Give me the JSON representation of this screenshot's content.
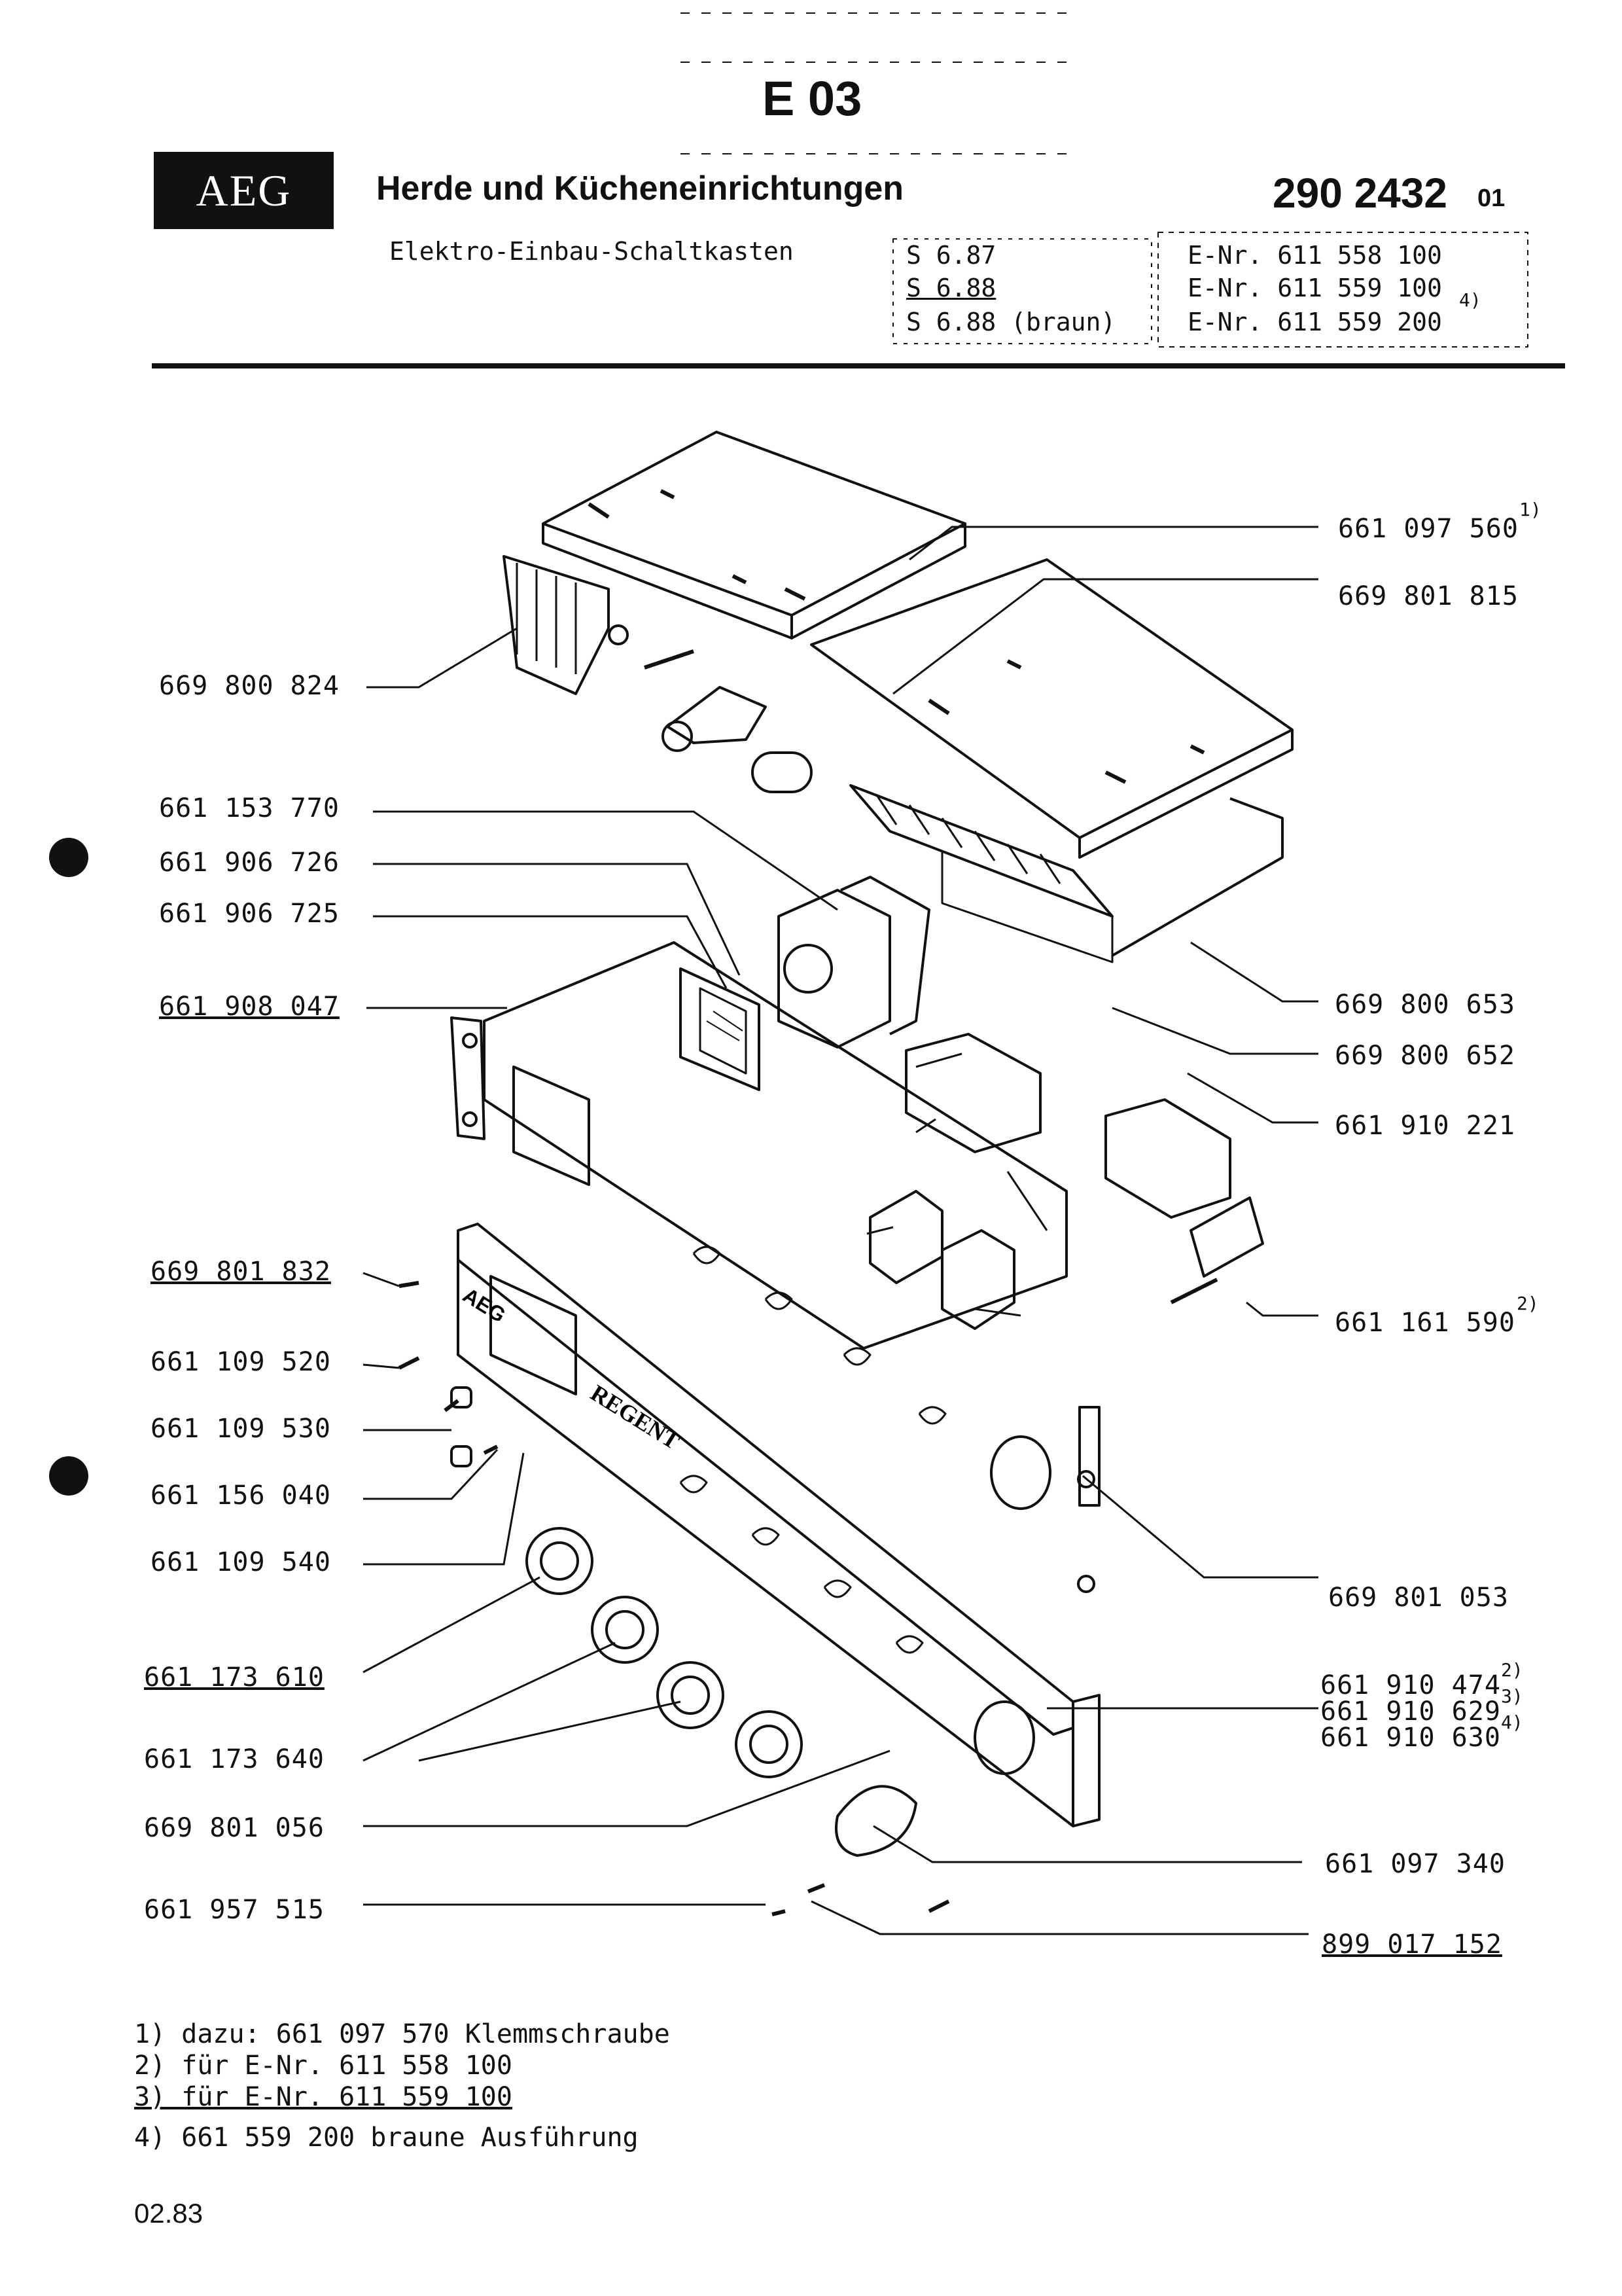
{
  "header": {
    "brand": "AEG",
    "section_code": "E 03",
    "title": "Herde und Kücheneinrichtungen",
    "doc_number": "290 2432",
    "doc_suffix": "01",
    "subtitle": "Elektro-Einbau-Schaltkasten",
    "models": [
      {
        "model": "S 6.87",
        "enr": "E-Nr. 611 558 100",
        "note": ""
      },
      {
        "model": "S 6.88",
        "enr": "E-Nr. 611 559 100",
        "note": "4)"
      },
      {
        "model": "S 6.88 (braun)",
        "enr": "E-Nr. 611 559 200",
        "note": ""
      }
    ]
  },
  "parts_left": [
    {
      "number": "669 800 824",
      "note": ""
    },
    {
      "number": "661 153 770",
      "note": ""
    },
    {
      "number": "661 906 726",
      "note": ""
    },
    {
      "number": "661 906 725",
      "note": ""
    },
    {
      "number": "661 908 047",
      "note": ""
    },
    {
      "number": "669 801 832",
      "note": ""
    },
    {
      "number": "661 109 520",
      "note": ""
    },
    {
      "number": "661 109 530",
      "note": ""
    },
    {
      "number": "661 156 040",
      "note": ""
    },
    {
      "number": "661 109 540",
      "note": ""
    },
    {
      "number": "661 173 610",
      "note": ""
    },
    {
      "number": "661 173 640",
      "note": ""
    },
    {
      "number": "669 801 056",
      "note": ""
    },
    {
      "number": "661 957 515",
      "note": ""
    }
  ],
  "parts_right": [
    {
      "number": "661 097 560",
      "note": "1)"
    },
    {
      "number": "669 801 815",
      "note": ""
    },
    {
      "number": "669 800 653",
      "note": ""
    },
    {
      "number": "669 800 652",
      "note": ""
    },
    {
      "number": "661 910 221",
      "note": ""
    },
    {
      "number": "661 161 590",
      "note": "2)"
    },
    {
      "number": "669 801 053",
      "note": ""
    },
    {
      "number": "661 910 474",
      "note": "2)"
    },
    {
      "number": "661 910 629",
      "note": "3)"
    },
    {
      "number": "661 910 630",
      "note": "4)"
    },
    {
      "number": "661 097 340",
      "note": ""
    },
    {
      "number": "899 017 152",
      "note": ""
    }
  ],
  "panel_labels": {
    "brand": "AEG",
    "model": "REGENT"
  },
  "footnotes": [
    "1) dazu: 661 097 570 Klemmschraube",
    "2) für E-Nr. 611 558 100",
    "3) für E-Nr. 611 559 100",
    "4) 661 559 200 braune Ausführung"
  ],
  "date": "02.83"
}
